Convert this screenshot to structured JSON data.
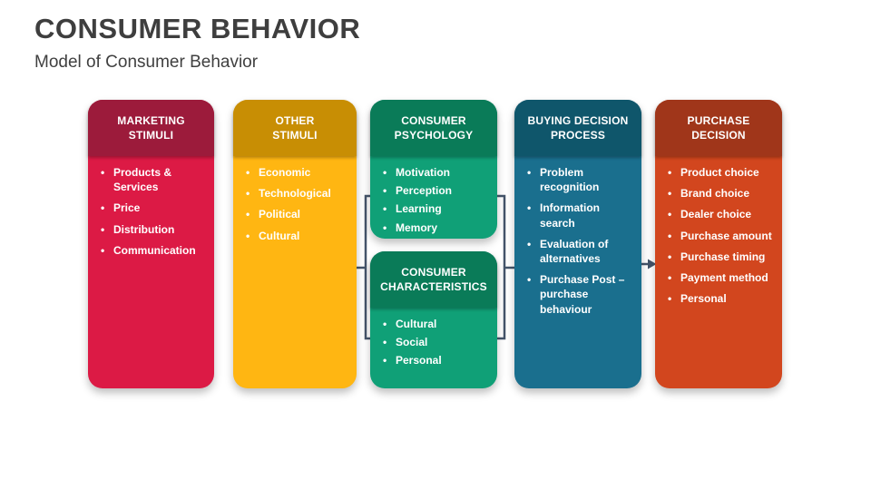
{
  "title": "CONSUMER BEHAVIOR",
  "subtitle": "Model of Consumer Behavior",
  "colors": {
    "title_text": "#3e3e3e",
    "subtitle_text": "#404040",
    "connector": "#44546a",
    "col1_header": "#9c1b3b",
    "col1_body": "#dc1a45",
    "col2_header": "#c88e04",
    "col2_body": "#ffb612",
    "col3_header": "#0a7b58",
    "col3_body": "#10a077",
    "col4_header": "#0f566b",
    "col4_body": "#1a6f8e",
    "col5_header": "#a0361a",
    "col5_body": "#d2461e"
  },
  "columns": [
    {
      "header": "MARKETING\nSTIMULI",
      "items": [
        "Products & Services",
        "Price",
        "Distribution",
        "Communication"
      ]
    },
    {
      "header": "OTHER\nSTIMULI",
      "items": [
        "Economic",
        "Technological",
        "Political",
        "Cultural"
      ]
    },
    {
      "header": "CONSUMER\nPSYCHOLOGY",
      "items": [
        "Motivation",
        "Perception",
        "Learning",
        "Memory"
      ]
    },
    {
      "header": "CONSUMER\nCHARACTERISTICS",
      "items": [
        "Cultural",
        "Social",
        "Personal"
      ]
    },
    {
      "header": "BUYING DECISION\nPROCESS",
      "items": [
        "Problem recognition",
        "Information search",
        "Evaluation of alternatives",
        "Purchase Post – purchase behaviour"
      ]
    },
    {
      "header": "PURCHASE\nDECISION",
      "items": [
        "Product choice",
        "Brand choice",
        "Dealer choice",
        "Purchase amount",
        "Purchase timing",
        "Payment method",
        "Personal"
      ]
    }
  ]
}
